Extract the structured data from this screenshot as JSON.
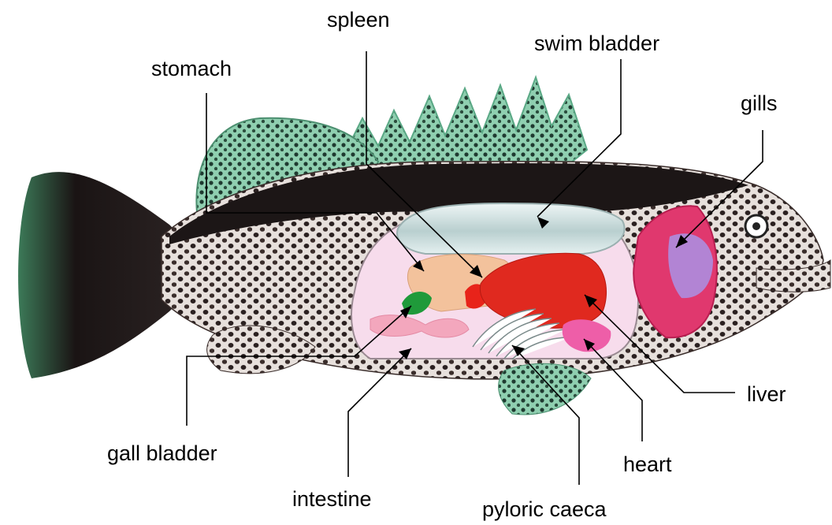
{
  "diagram": {
    "labels": {
      "spleen": "spleen",
      "swim_bladder": "swim bladder",
      "stomach": "stomach",
      "gills": "gills",
      "liver": "liver",
      "gall_bladder": "gall bladder",
      "heart": "heart",
      "intestine": "intestine",
      "pyloric_caeca": "pyloric caeca"
    },
    "colors": {
      "body": "#8a7f7c",
      "back": "#1c1616",
      "fin_green": "#7fc4a5",
      "swim_bladder": "#dfeef0",
      "body_cavity": "#f7dcec",
      "stomach": "#f3c29c",
      "liver": "#e0291f",
      "spleen": "#e8231a",
      "gall_bladder": "#1f9a3a",
      "gills": "#e0386e",
      "gill_plate": "#a992e6",
      "heart": "#ee5ea8",
      "intestine": "#f3a7bd",
      "pyloric_caeca": "#ffffff"
    }
  }
}
